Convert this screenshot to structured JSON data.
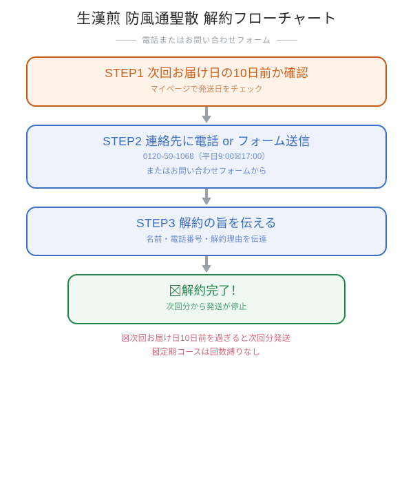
{
  "header": {
    "title": "生漢煎 防風通聖散 解約フローチャート",
    "subtitle": "電話またはお問い合わせフォーム"
  },
  "colors": {
    "orange_border": "#c15a16",
    "orange_fill": "#fdf3e9",
    "orange_text": "#d2601a",
    "blue_border": "#3a6fc4",
    "blue_fill": "#edf2fb",
    "blue_text": "#3a6fc4",
    "green_border": "#1e8449",
    "green_fill": "#eff9f2",
    "green_text": "#1e8449",
    "note_text": "#d4697d",
    "arrow": "#9aa0a6",
    "title_text": "#2b2b2b",
    "subtitle_text": "#9aa0a6"
  },
  "flow": {
    "steps": [
      {
        "id": "step1",
        "theme": "orange",
        "title": "STEP1 次回お届け日の10日前か確認",
        "sub_lines": [
          "マイページで発送日をチェック"
        ],
        "leading_glyph": ""
      },
      {
        "id": "step2",
        "theme": "blue",
        "title": "STEP2 連絡先に電話 or フォーム送信",
        "sub_lines": [
          "0120-50-1068（平日9:00☒​17:00）",
          "またはお問い合わせフォームから"
        ],
        "leading_glyph": ""
      },
      {
        "id": "step3",
        "theme": "blue",
        "title": "STEP3 解約の旨を伝える",
        "sub_lines": [
          "名前・電話番号・解約理由を伝達"
        ],
        "leading_glyph": ""
      },
      {
        "id": "complete",
        "theme": "green",
        "narrow": true,
        "title": "解約完了！",
        "sub_lines": [
          "次回分から発送が停止"
        ],
        "leading_glyph": "tofu"
      }
    ],
    "arrow_icon": "down-arrow-icon"
  },
  "notes": [
    {
      "glyph": "tofu",
      "text": "次回お届け日10日前を過ぎると次回分発送"
    },
    {
      "glyph": "tofu",
      "text": "定期コースは回数縛りなし"
    }
  ]
}
